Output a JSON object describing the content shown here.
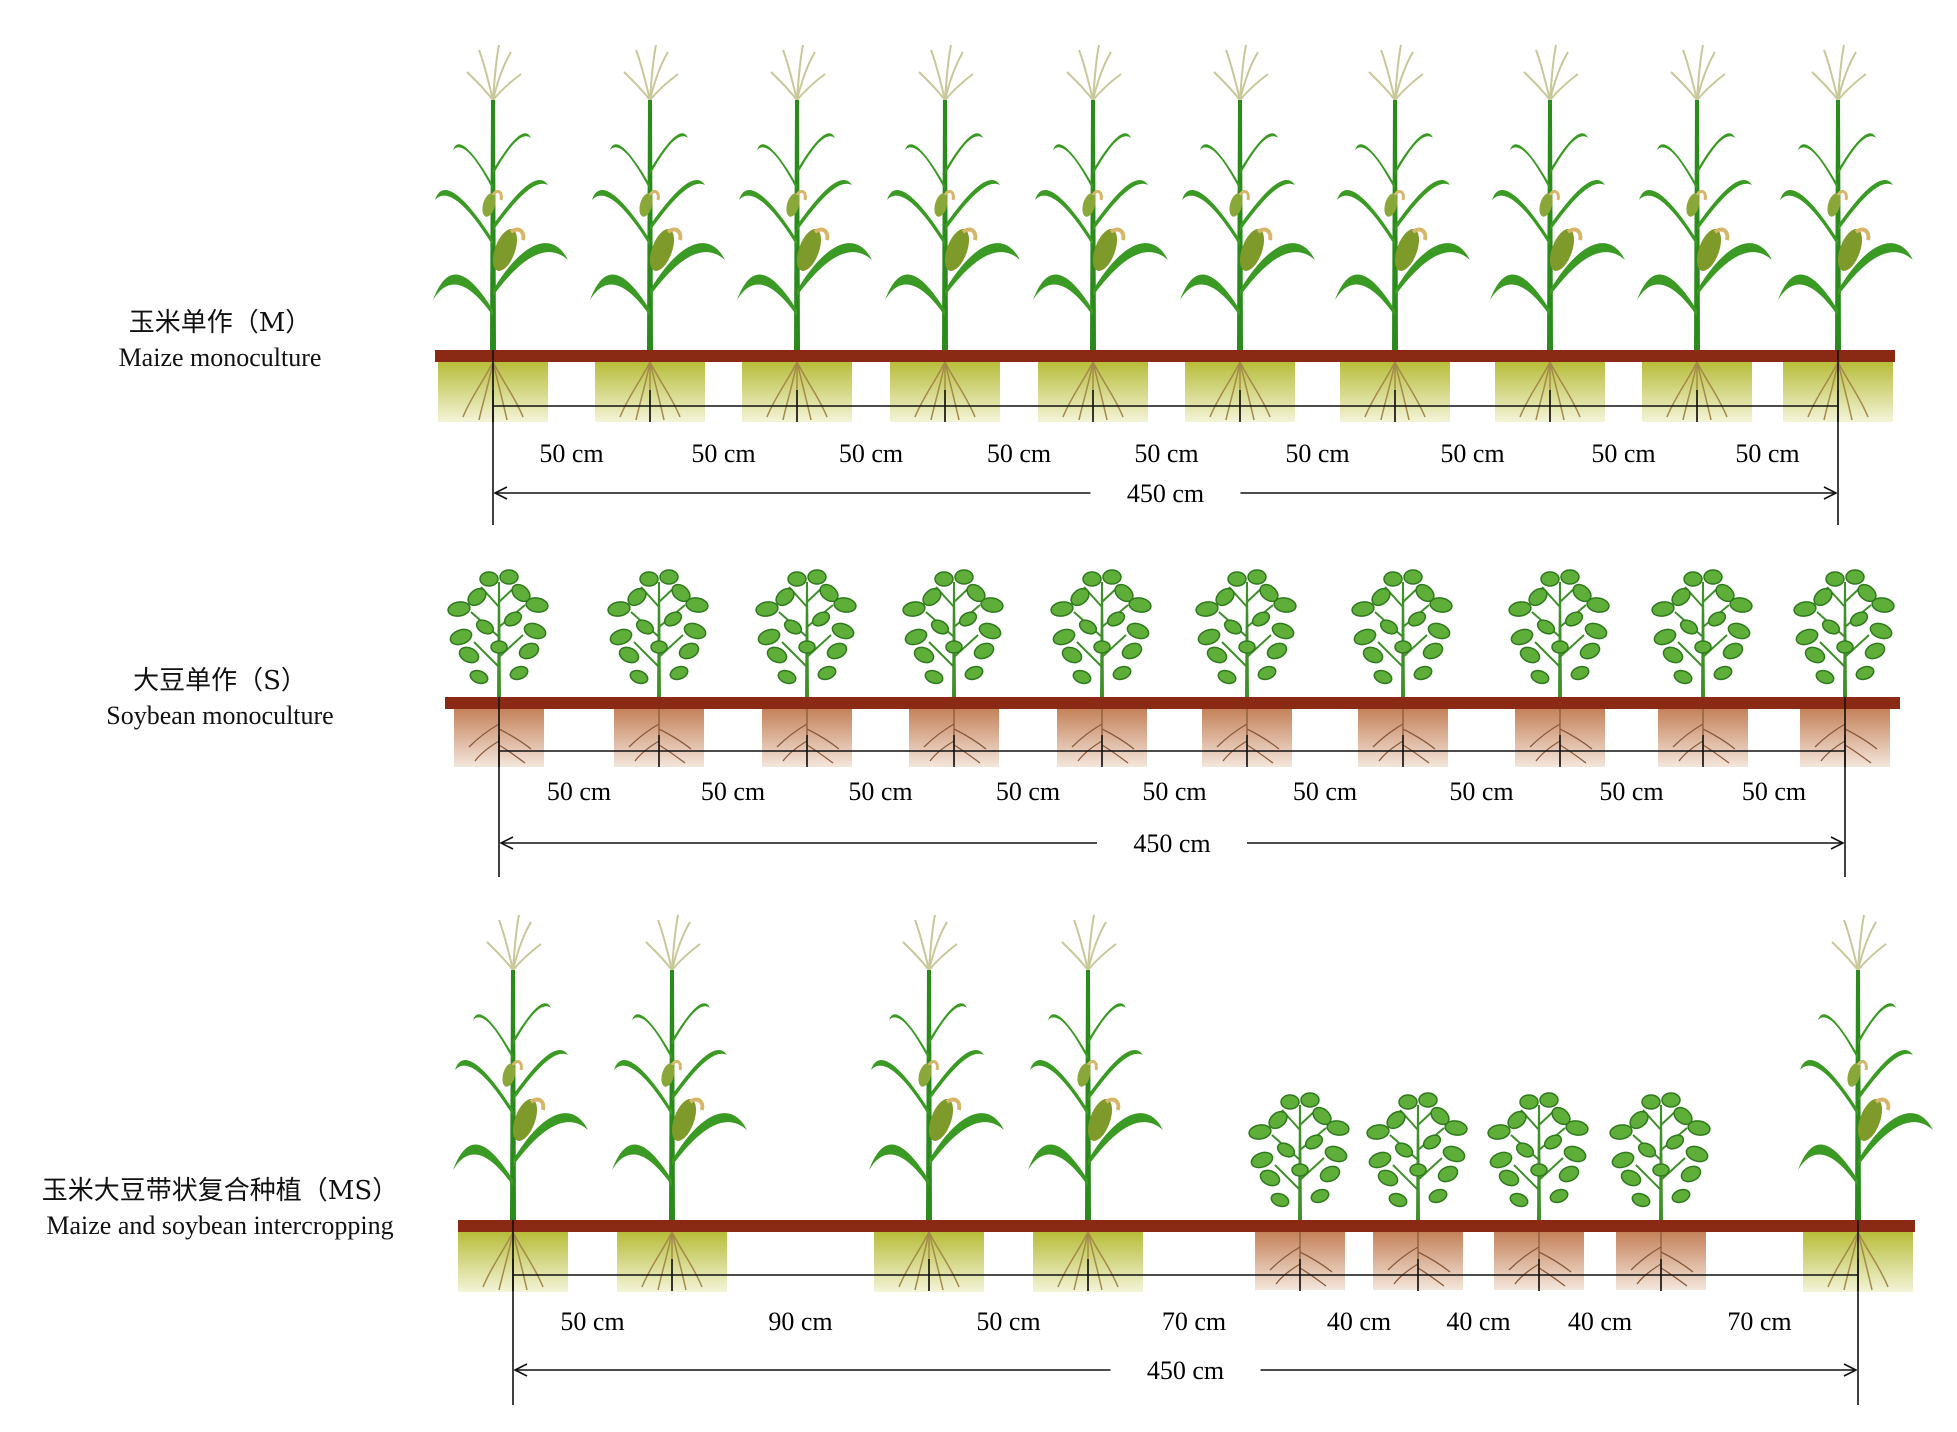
{
  "colors": {
    "soil_bar": "#8b2a14",
    "maize_root": "#c9cc5a",
    "soybean_root": "#c78e6a",
    "maize_leaf": "#2e8b1f",
    "soybean_leaf": "#5fae3a"
  },
  "icons": [
    "maize-plant-icon",
    "soybean-plant-icon",
    "maize-root-icon",
    "soybean-root-icon"
  ],
  "panels": [
    {
      "key": "M",
      "label_cn": "玉米单作（M）",
      "label_en": "Maize monoculture",
      "plants": [
        "maize",
        "maize",
        "maize",
        "maize",
        "maize",
        "maize",
        "maize",
        "maize",
        "maize",
        "maize"
      ],
      "spacings": [
        "50 cm",
        "50 cm",
        "50 cm",
        "50 cm",
        "50 cm",
        "50 cm",
        "50 cm",
        "50 cm",
        "50 cm"
      ],
      "total": "450 cm"
    },
    {
      "key": "S",
      "label_cn": "大豆单作（S）",
      "label_en": "Soybean monoculture",
      "plants": [
        "soybean",
        "soybean",
        "soybean",
        "soybean",
        "soybean",
        "soybean",
        "soybean",
        "soybean",
        "soybean",
        "soybean"
      ],
      "spacings": [
        "50 cm",
        "50 cm",
        "50 cm",
        "50 cm",
        "50 cm",
        "50 cm",
        "50 cm",
        "50 cm",
        "50 cm"
      ],
      "total": "450 cm"
    },
    {
      "key": "MS",
      "label_cn": "玉米大豆带状复合种植（MS）",
      "label_en": "Maize and soybean intercropping",
      "plants": [
        "maize",
        "maize",
        "maize",
        "maize",
        "soybean",
        "soybean",
        "soybean",
        "soybean",
        "maize"
      ],
      "spacings": [
        "50 cm",
        "90 cm",
        "50 cm",
        "70 cm",
        "40 cm",
        "40 cm",
        "40 cm",
        "70 cm"
      ],
      "total": "450 cm"
    }
  ]
}
